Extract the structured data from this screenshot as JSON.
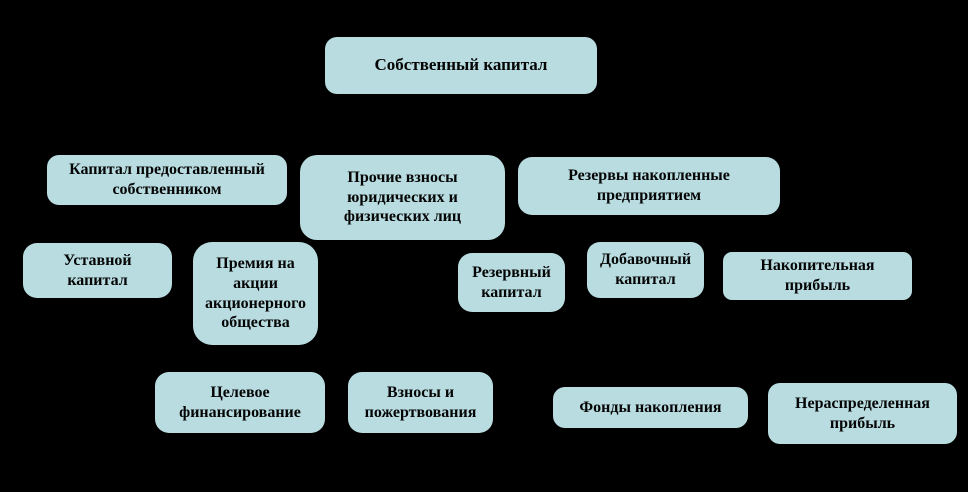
{
  "diagram": {
    "title": "Собственный капитал",
    "type": "hierarchy",
    "colors": {
      "background": "#000000",
      "box_fill": "#b8dce0",
      "box_text": "#050505"
    },
    "nodes": {
      "equity_capital": {
        "label": "Собственный капитал",
        "level": 1
      },
      "owner_provided_capital": {
        "label": "Капитал предоставленный\nсобственником",
        "level": 2
      },
      "other_contributions": {
        "label": "Прочие взносы\nюридических и\nфизических лиц",
        "level": 2
      },
      "accumulated_reserves": {
        "label": "Резервы накопленные\nпредприятием",
        "level": 2
      },
      "authorized_capital": {
        "label": "Уставной\nкапитал",
        "level": 3
      },
      "share_premium": {
        "label": "Премия на\nакции\nакционерного\nобщества",
        "level": 3
      },
      "reserve_capital": {
        "label": "Резервный\nкапитал",
        "level": 3
      },
      "additional_capital": {
        "label": "Добавочный\nкапитал",
        "level": 3
      },
      "accumulated_profit": {
        "label": "Накопительная\nприбыль",
        "level": 3
      },
      "targeted_financing": {
        "label": "Целевое\nфинансирование",
        "level": 4
      },
      "contributions_donations": {
        "label": "Взносы и\nпожертвования",
        "level": 4
      },
      "accumulation_funds": {
        "label": "Фонды накопления",
        "level": 4
      },
      "retained_earnings": {
        "label": "Нераспределенная\nприбыль",
        "level": 4
      }
    }
  }
}
